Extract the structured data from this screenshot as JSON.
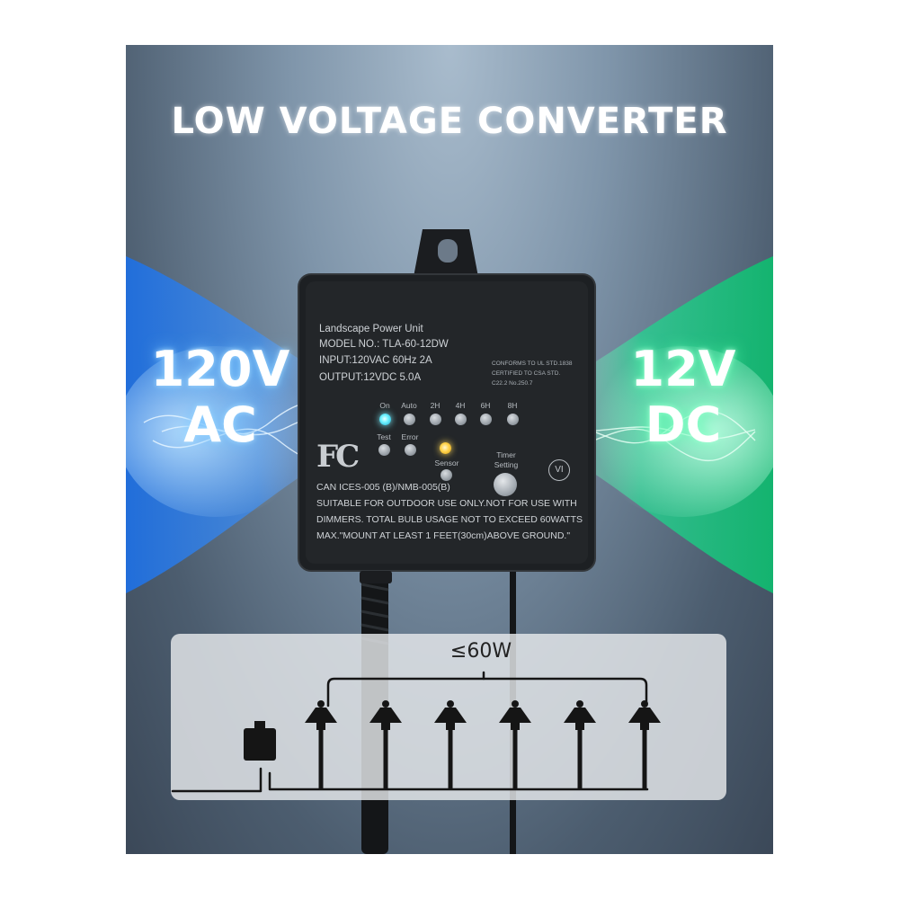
{
  "headline": "LOW VOLTAGE CONVERTER",
  "input_label": {
    "line1": "120V",
    "line2": "AC"
  },
  "output_label": {
    "line1": "12V",
    "line2": "DC"
  },
  "device": {
    "name": "Landscape Power Unit",
    "model": "MODEL NO.: TLA-60-12DW",
    "input": "INPUT:120VAC 60Hz 2A",
    "output": "OUTPUT:12VDC 5.0A",
    "conformance": [
      "CONFORMS TO UL STD.1838",
      "CERTIFIED TO CSA STD.",
      "C22.2 No.250.7"
    ],
    "mode_labels": [
      "On",
      "Auto",
      "2H",
      "4H",
      "6H",
      "8H"
    ],
    "status_labels": [
      "Test",
      "Error"
    ],
    "sensor_label": "Sensor",
    "timer_label": [
      "Timer",
      "Setting"
    ],
    "fcc_mark": "FC",
    "efficiency_mark": "VI",
    "notice": [
      "CAN ICES-005 (B)/NMB-005(B)",
      "SUITABLE FOR OUTDOOR USE ONLY.NOT FOR USE WITH",
      "DIMMERS. TOTAL BULB USAGE NOT TO EXCEED 60WATTS",
      "MAX.\"MOUNT AT LEAST 1 FEET(30cm)ABOVE GROUND.\""
    ]
  },
  "diagram": {
    "wattage_label": "≤60W",
    "light_count": 6
  },
  "colors": {
    "input_glow": "#2f8cff",
    "output_glow": "#1fd98a",
    "led_on": "#6ff3ff",
    "led_sensor": "#ffd34a",
    "device_body": "#1e2124"
  }
}
